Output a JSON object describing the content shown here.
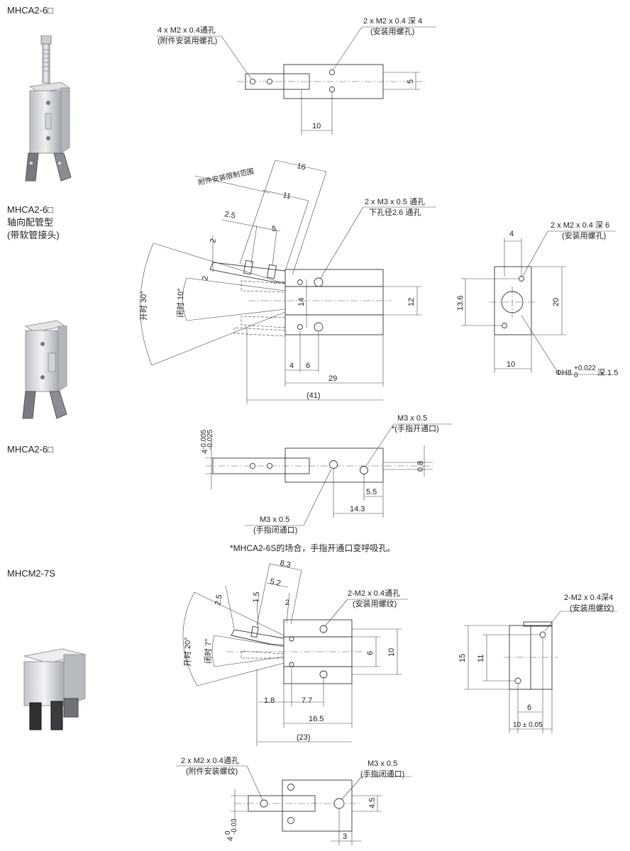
{
  "labels": {
    "model_top": "MHCA2-6□",
    "model_axial_1": "MHCA2-6□",
    "model_axial_2": "轴向配管型",
    "model_axial_3": "(带软管接头)",
    "model_mid": "MHCA2-6□",
    "model_bottom": "MHCM2-7S"
  },
  "photos": {
    "top": "gripper-photo",
    "axial": "gripper-photo",
    "bottom": "gripper-photo"
  },
  "drawing1": {
    "note_left_1": "4 x M2 x 0.4通孔",
    "note_left_2": "(附件安装用螺孔)",
    "note_right_1": "2 x M2 x 0.4 深 4",
    "note_right_2": "(安装用螺孔)",
    "dim_10": "10",
    "dim_5": "5"
  },
  "drawing2": {
    "range_label": "附件安装限制范围",
    "dim_16": "16",
    "dim_11": "11",
    "dim_25": "2.5",
    "dim_5": "5",
    "dim_2a": "2",
    "dim_2b": "2",
    "open_angle": "开时 30°",
    "close_angle": "闭时 10°",
    "note_1": "2 x M3 x 0.5 通孔",
    "note_2": "下孔径2.6 通孔",
    "dim_14": "14",
    "dim_12": "12",
    "dim_4": "4",
    "dim_6": "6",
    "dim_29": "29",
    "dim_41": "(41)"
  },
  "drawing3": {
    "note_1": "2 x M2 x 0.4 深 6",
    "note_2": "(安装用螺孔)",
    "dim_4": "4",
    "dim_136": "13.6",
    "dim_20": "20",
    "dim_10": "10",
    "tol_main": "ΦH8",
    "tol_upper": "+0.022",
    "tol_lower": "0",
    "tol_depth": "深 1.5"
  },
  "drawing4": {
    "tol_base": "4",
    "tol_upper": "-0.005",
    "tol_lower": "-0.025",
    "note_top_1": "M3 x 0.5",
    "note_top_2": "*(手指开通口)",
    "dim_08": "0.8",
    "dim_55": "5.5",
    "dim_143": "14.3",
    "note_bot_1": "M3 x 0.5",
    "note_bot_2": "(手指闭通口)",
    "footnote": "*MHCA2-6S的场合，手指开通口变呼吸孔。"
  },
  "drawing5": {
    "dim_83": "8.3",
    "dim_52": "5.2",
    "dim_2": "2",
    "dim_15": "1.5",
    "dim_25": "2.5",
    "open_angle": "开时 20°",
    "close_angle": "闭时 7°",
    "note_1": "2-M2 x 0.4通孔",
    "note_2": "(安装用螺纹)",
    "dim_6": "6",
    "dim_10": "10",
    "dim_18": "1.8",
    "dim_77": "7.7",
    "dim_165": "16.5",
    "dim_23": "(23)"
  },
  "drawing6": {
    "note_1": "2-M2 x 0.4深4",
    "note_2": "(安装用螺纹)",
    "dim_15": "15",
    "dim_11": "11",
    "dim_6": "6",
    "dim_10": "10 ± 0.05"
  },
  "drawing7": {
    "note_left_1": "2 x M2 x 0.4通孔",
    "note_left_2": "(附件安装螺纹)",
    "note_right_1": "M3 x 0.5",
    "note_right_2": "(手指闭通口)",
    "dim_45": "4.5",
    "dim_3": "3",
    "tol_base": "4",
    "tol_upper": "0",
    "tol_lower": "-0.03"
  }
}
